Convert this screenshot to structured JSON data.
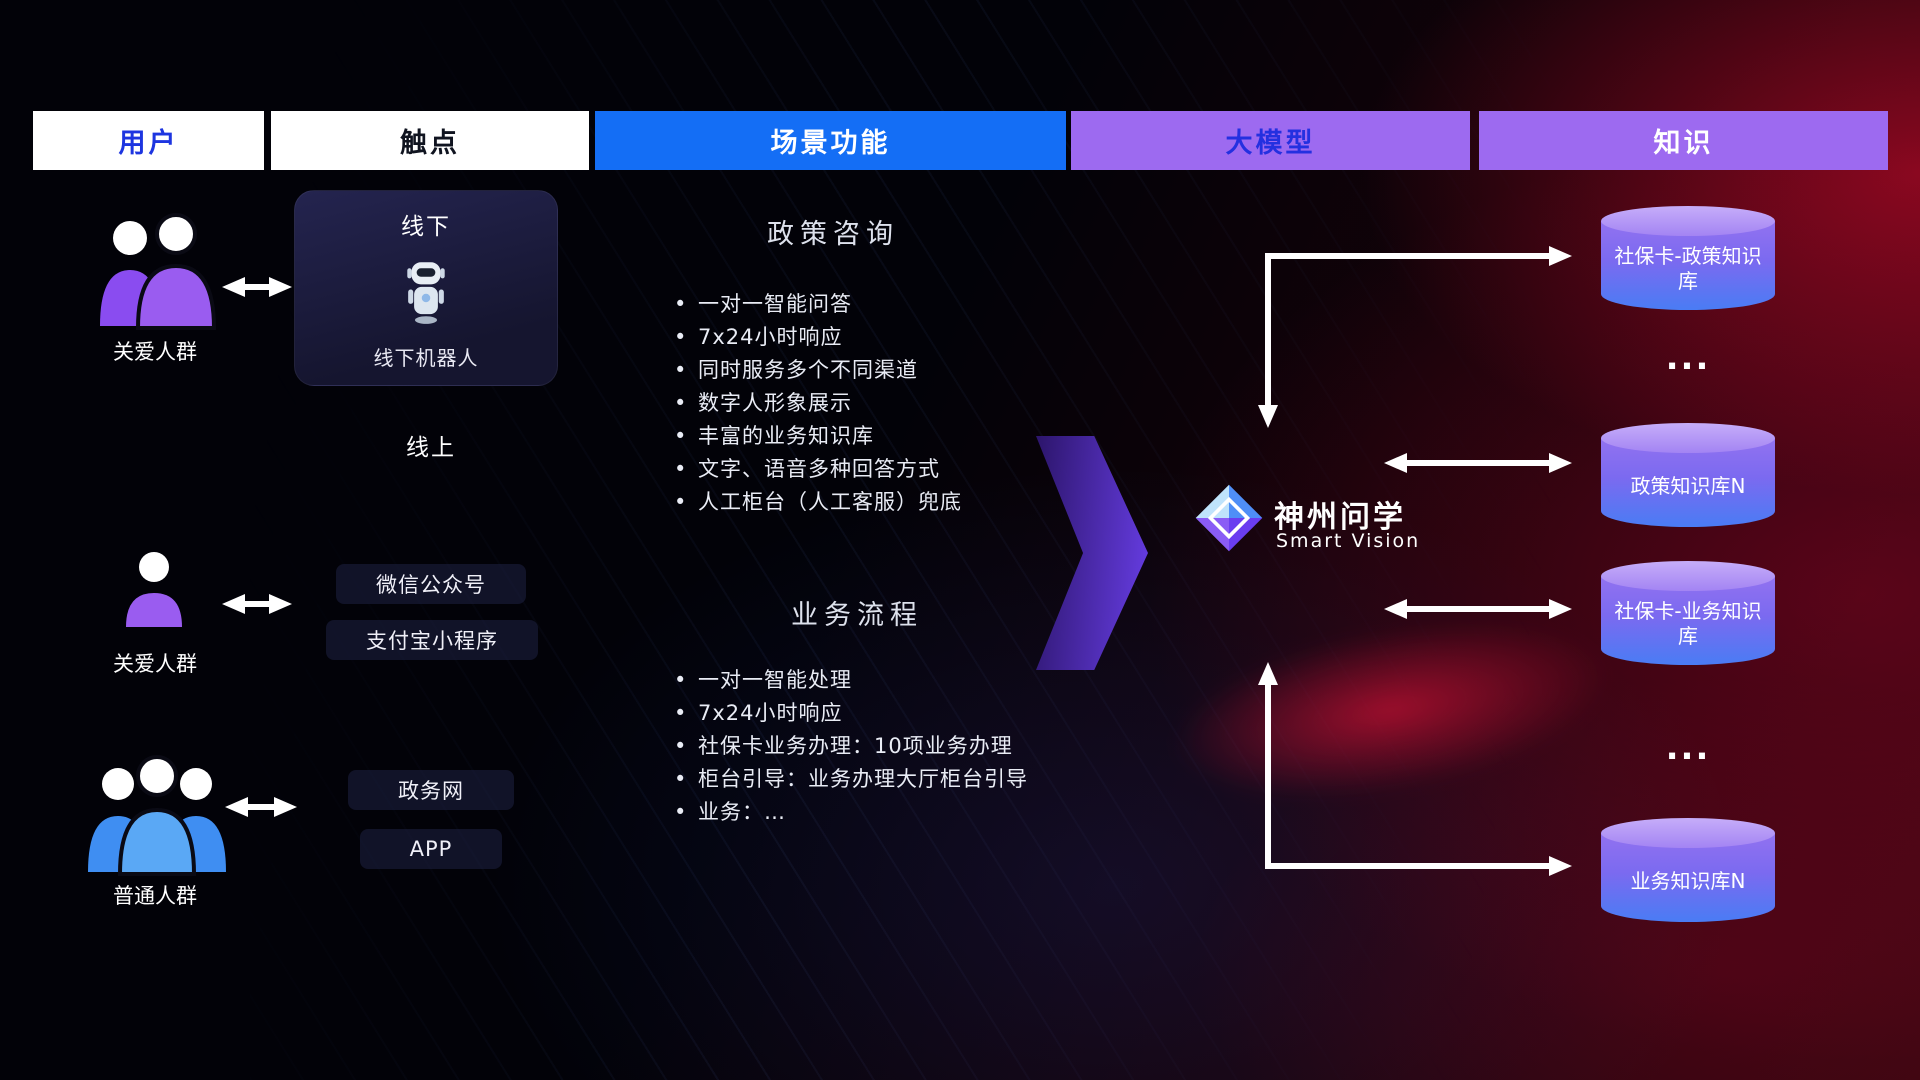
{
  "headers": {
    "items": [
      {
        "label": "用户"
      },
      {
        "label": "触点"
      },
      {
        "label": "场景功能"
      },
      {
        "label": "大模型"
      },
      {
        "label": "知识"
      }
    ]
  },
  "users": {
    "items": [
      {
        "label": "关爱人群",
        "icon": "users-group-purple-icon"
      },
      {
        "label": "关爱人群",
        "icon": "user-single-purple-icon"
      },
      {
        "label": "普通人群",
        "icon": "users-group-blue-icon"
      }
    ]
  },
  "touchpoints": {
    "offline_title": "线下",
    "offline_device": "线下机器人",
    "online_title": "线上",
    "channels": [
      {
        "label": "微信公众号"
      },
      {
        "label": "支付宝小程序"
      },
      {
        "label": "政务网"
      },
      {
        "label": "APP"
      }
    ]
  },
  "scenes": [
    {
      "title": "政策咨询",
      "bullets": [
        "一对一智能问答",
        "7x24小时响应",
        "同时服务多个不同渠道",
        "数字人形象展示",
        "丰富的业务知识库",
        "文字、语音多种回答方式",
        "人工柜台（人工客服）兜底"
      ]
    },
    {
      "title": "业务流程",
      "bullets": [
        "一对一智能处理",
        "7x24小时响应",
        "社保卡业务办理：10项业务办理",
        "柜台引导：业务办理大厅柜台引导",
        "业务：…"
      ]
    }
  ],
  "model": {
    "name": "神州问学",
    "subtitle": "Smart Vision"
  },
  "knowledge": {
    "items": [
      {
        "label": "社保卡-政策知识库"
      },
      {
        "label": "政策知识库N"
      },
      {
        "label": "社保卡-业务知识库"
      },
      {
        "label": "业务知识库N"
      }
    ],
    "ellipsis": "..."
  },
  "colors": {
    "header_blue": "#146ef5",
    "header_purple": "#9d6af0",
    "header_user_text": "#1d35e0",
    "flow_arrow_purple": "#6d41f2",
    "cylinder_top": "#b497f6",
    "cylinder_body_top": "#8f6ef0",
    "cylinder_body_bottom": "#4a7cf4",
    "people_purple": "#9a5cf0",
    "people_blue": "#4a9af5",
    "background_red": "#b40a28",
    "arrow_white": "#ffffff"
  }
}
